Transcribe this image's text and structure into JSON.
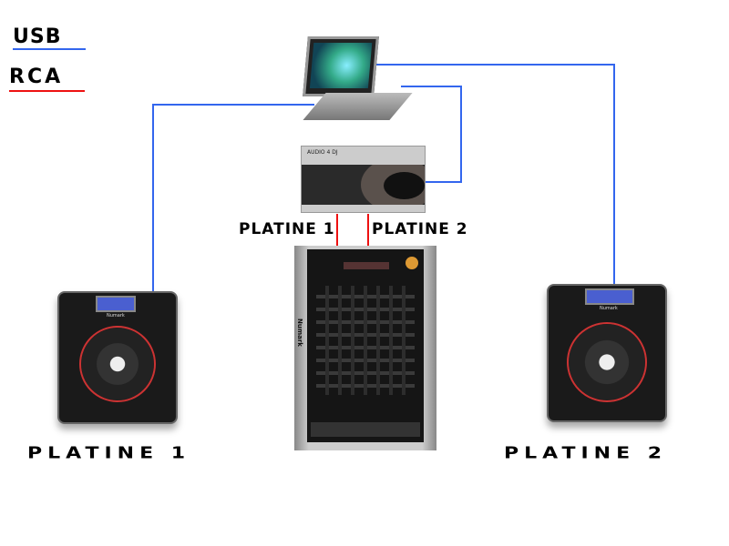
{
  "legend": {
    "usb": "USB",
    "rca": "RCA",
    "usb_color": "#3366ee",
    "rca_color": "#ee1111"
  },
  "devices": {
    "soundcard_brand": "AUDIO 4 DJ",
    "mixer_brand": "Numark",
    "deck_brand": "Numark"
  },
  "labels": {
    "rca_left": "PLATINE 1",
    "rca_right": "PLATINE 2",
    "deck_left": "PLATINE 1",
    "deck_right": "PLATINE 2"
  }
}
